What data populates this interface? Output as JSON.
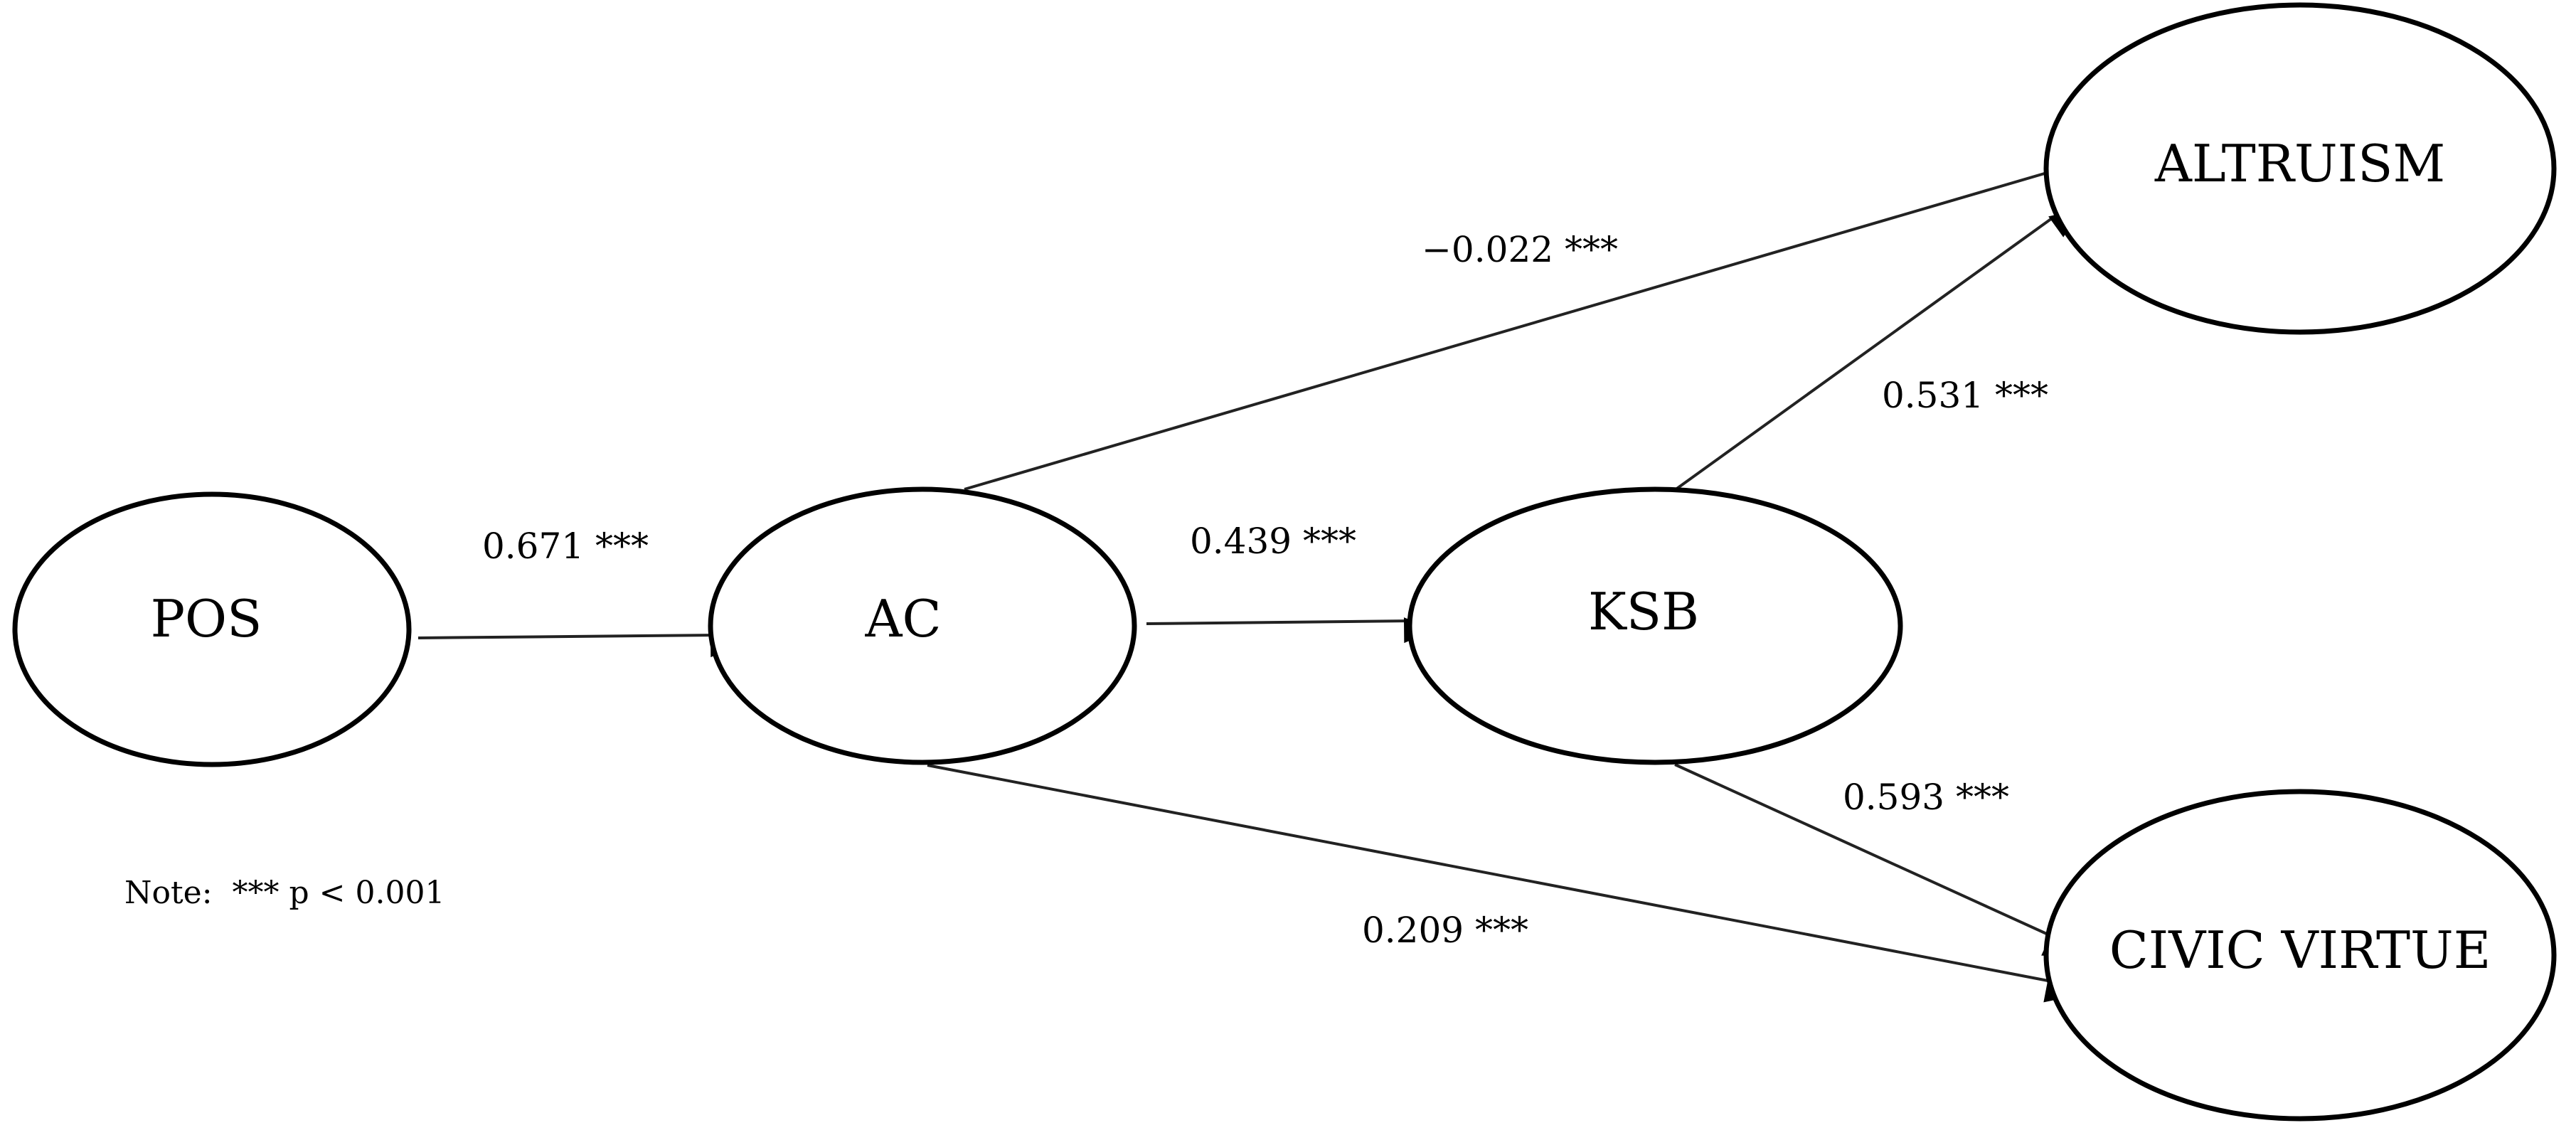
{
  "diagram": {
    "nodes": [
      {
        "id": "POS",
        "label": "POS"
      },
      {
        "id": "AC",
        "label": "AC"
      },
      {
        "id": "KSB",
        "label": "KSB"
      },
      {
        "id": "ALTRUISM",
        "label": "ALTRUISM"
      },
      {
        "id": "CIVIC_VIRTUE",
        "label": "CIVIC VIRTUE"
      }
    ],
    "edges": [
      {
        "from": "POS",
        "to": "AC",
        "coefficient": "0.671 ***"
      },
      {
        "from": "AC",
        "to": "KSB",
        "coefficient": "0.439 ***"
      },
      {
        "from": "AC",
        "to": "ALTRUISM",
        "coefficient": "−0.022 ***"
      },
      {
        "from": "AC",
        "to": "CIVIC_VIRTUE",
        "coefficient": "0.209 ***"
      },
      {
        "from": "KSB",
        "to": "ALTRUISM",
        "coefficient": "0.531 ***"
      },
      {
        "from": "KSB",
        "to": "CIVIC_VIRTUE",
        "coefficient": "0.593 ***"
      }
    ],
    "note": "Note:  *** p < 0.001"
  }
}
